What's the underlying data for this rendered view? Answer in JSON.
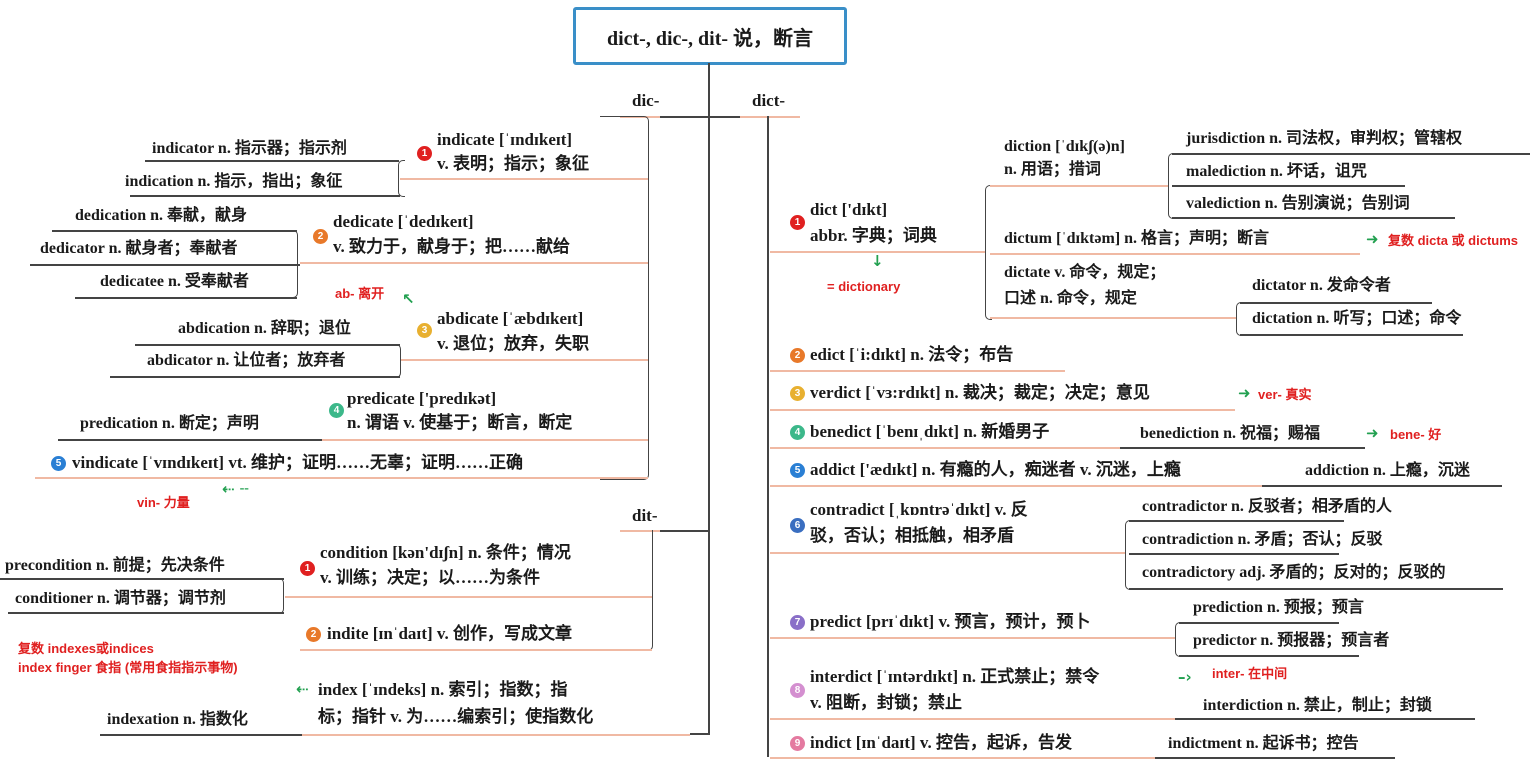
{
  "title": "dict-, dic-, dit-  说，断言",
  "badge_colors": [
    "#e02020",
    "#e8792a",
    "#e8b030",
    "#3cb88a",
    "#2a7fd4",
    "#3a6ec0",
    "#8a6fc8",
    "#d48fd0",
    "#e47aa0"
  ],
  "dic": {
    "label": "dic-",
    "items": [
      {
        "badge": "1",
        "lines": [
          "indicate [ˈɪndɪkeɪt]",
          "v. 表明；指示；象征"
        ],
        "children": [
          "indicator n. 指示器；指示剂",
          "indication n. 指示，指出；象征"
        ]
      },
      {
        "badge": "2",
        "lines": [
          "dedicate [ˈdedɪkeɪt]",
          "v. 致力于，献身于；把……献给"
        ],
        "children": [
          "dedication n. 奉献，献身",
          "dedicator n. 献身者；奉献者",
          "dedicatee n. 受奉献者"
        ]
      },
      {
        "badge": "3",
        "lines": [
          "abdicate [ˈæbdɪkeɪt]",
          "v. 退位；放弃，失职"
        ],
        "children": [
          "abdication n. 辞职；退位",
          "abdicator n. 让位者；放弃者"
        ],
        "note": "ab- 离开"
      },
      {
        "badge": "4",
        "lines": [
          "predicate ['predɪkət]",
          "n. 谓语 v. 使基于；断言，断定"
        ],
        "children": [
          "predication n. 断定；声明"
        ]
      },
      {
        "badge": "5",
        "lines": [
          "vindicate [ˈvɪndɪkeɪt] vt. 维护；证明……无辜；证明……正确"
        ],
        "note": "vin- 力量"
      }
    ]
  },
  "dit": {
    "label": "dit-",
    "items": [
      {
        "badge": "1",
        "lines": [
          "condition [kən'dɪʃn] n. 条件；情况",
          "v. 训练；决定；以……为条件"
        ],
        "children": [
          "precondition n. 前提；先决条件",
          "conditioner n. 调节器；调节剂"
        ]
      },
      {
        "badge": "2",
        "lines": [
          "indite [ɪnˈdaɪt] v. 创作，写成文章"
        ]
      },
      {
        "lines": [
          "index [ˈɪndeks] n. 索引；指数；指",
          "标；指针 v. 为……编索引；使指数化"
        ],
        "children": [
          "indexation n. 指数化"
        ],
        "note": [
          "复数 indexes或indices",
          "index finger 食指 (常用食指指示事物)"
        ]
      }
    ]
  },
  "dict": {
    "label": "dict-",
    "items": [
      {
        "badge": "1",
        "lines": [
          "dict ['dɪkt]",
          "abbr. 字典；词典"
        ],
        "note": "= dictionary",
        "children": [
          {
            "lines": [
              "diction [ˈdɪkʃ(ə)n]",
              "n. 用语；措词"
            ],
            "children": [
              "jurisdiction n. 司法权，审判权；管辖权",
              "malediction n. 坏话，诅咒",
              "valediction n. 告别演说；告别词"
            ]
          },
          {
            "lines": [
              "dictum [ˈdɪktəm] n. 格言；声明；断言"
            ],
            "note": "复数 dicta 或 dictums"
          },
          {
            "lines": [
              "dictate v. 命令，规定；",
              "口述 n. 命令，规定"
            ],
            "children": [
              "dictator n. 发命令者",
              "dictation n. 听写；口述；命令"
            ]
          }
        ]
      },
      {
        "badge": "2",
        "lines": [
          "edict [ˈi:dɪkt] n. 法令；布告"
        ]
      },
      {
        "badge": "3",
        "lines": [
          "verdict [ˈvɜ:rdɪkt] n. 裁决；裁定；决定；意见"
        ],
        "note": "ver- 真实"
      },
      {
        "badge": "4",
        "lines": [
          "benedict [ˈbenɪˌdɪkt] n. 新婚男子"
        ],
        "children": [
          "benediction n. 祝福；赐福"
        ],
        "note": "bene- 好"
      },
      {
        "badge": "5",
        "lines": [
          "addict ['ædɪkt] n. 有瘾的人，痴迷者 v. 沉迷，上瘾"
        ],
        "children": [
          "addiction n. 上瘾，沉迷"
        ]
      },
      {
        "badge": "6",
        "lines": [
          "contradict [ˌkɒntrəˈdɪkt] v. 反",
          "驳，否认；相抵触，相矛盾"
        ],
        "children": [
          "contradictor n. 反驳者；相矛盾的人",
          "contradiction n. 矛盾；否认；反驳",
          "contradictory adj. 矛盾的；反对的；反驳的"
        ]
      },
      {
        "badge": "7",
        "lines": [
          "predict [prɪˈdɪkt] v. 预言，预计，预卜"
        ],
        "children": [
          "prediction n. 预报；预言",
          "predictor n. 预报器；预言者"
        ]
      },
      {
        "badge": "8",
        "lines": [
          "interdict [ˈɪntərdɪkt] n. 正式禁止；禁令",
          "v. 阻断，封锁；禁止"
        ],
        "children": [
          "interdiction n. 禁止，制止；封锁"
        ],
        "note": "inter- 在中间"
      },
      {
        "badge": "9",
        "lines": [
          "indict [ɪnˈdaɪt] v. 控告，起诉，告发"
        ],
        "children": [
          "indictment n. 起诉书；控告"
        ]
      }
    ]
  }
}
